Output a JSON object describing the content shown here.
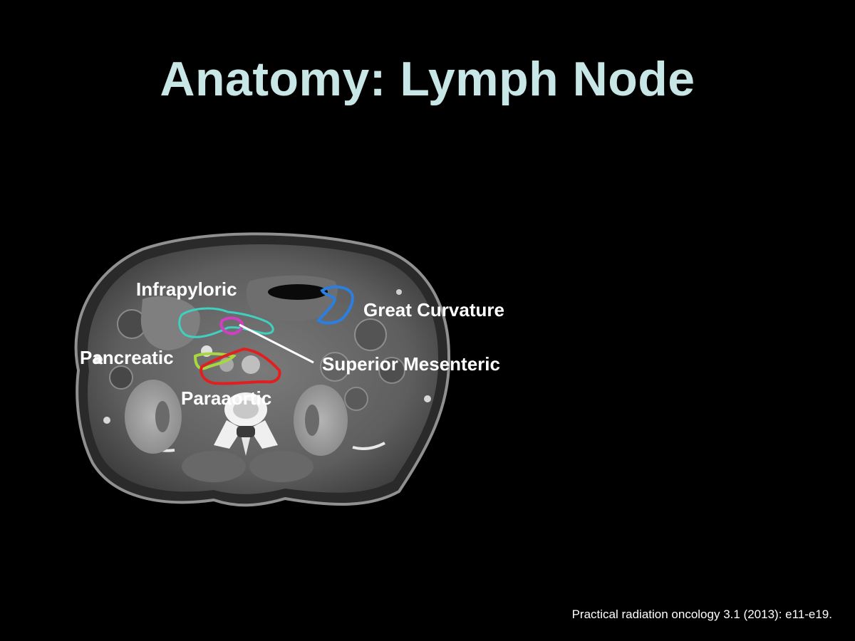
{
  "slide": {
    "title": "Anatomy: Lymph Node",
    "citation": "Practical radiation oncology 3.1 (2013): e11-e19."
  },
  "figure": {
    "labels": {
      "infrapyloric": "Infrapyloric",
      "great_curvature": "Great Curvature",
      "pancreatic": "Pancreatic",
      "superior_mesenteric": "Superior Mesenteric",
      "paraaortic": "Paraaortic"
    },
    "contour_colors": {
      "infrapyloric": "#40d0c0",
      "great_curvature": "#2b7fe0",
      "pancreatic": "#a8d840",
      "superior_mesenteric": "#d040c0",
      "paraaortic": "#e02020"
    }
  }
}
